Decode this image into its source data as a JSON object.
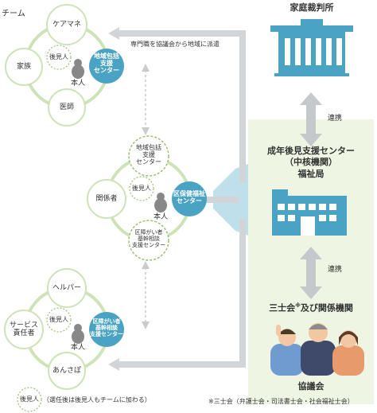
{
  "colors": {
    "green_ring": "#cfe3b8",
    "green_panel": "#eef5e3",
    "teal": "#4aa3c3",
    "teal_light": "#bfe0ea",
    "gray_arrow": "#c9cbcc",
    "dash": "#9bbf73"
  },
  "team": {
    "label": "チーム"
  },
  "top_group": {
    "top": "ケアマネ",
    "left": "家族",
    "bottom": "医師",
    "guardian": "後見人",
    "person": "本人",
    "center_lines": [
      "地域包括",
      "支援",
      "センター"
    ]
  },
  "mid_group": {
    "top_lines": [
      "地域包括",
      "支援",
      "センター"
    ],
    "left": "関係者",
    "guardian": "後見人",
    "person": "本人",
    "center_lines": [
      "区保健福祉",
      "センター"
    ],
    "bottom_lines": [
      "区障がい者",
      "基幹相談",
      "支援センター"
    ]
  },
  "bot_group": {
    "top": "ヘルパー",
    "left_lines": [
      "サービス",
      "責任者"
    ],
    "bottom": "あんさぽ",
    "guardian": "後見人",
    "person": "本人",
    "center_lines": [
      "区障がい者",
      "基幹相談",
      "支援センター"
    ]
  },
  "dispatch_label": "専門職を協議会から地域に派遣",
  "court": {
    "label": "家庭裁判所"
  },
  "link1": "連携",
  "center_org": {
    "lines": [
      "成年後見支援センター",
      "（中核機関）",
      "福祉局"
    ]
  },
  "link2": "連携",
  "council": {
    "label_pre": "三士会",
    "label_sup": "※",
    "label_post": "及び関係機関",
    "name": "協議会"
  },
  "legend": {
    "badge": "後見人",
    "note": "（選任後は後見人もチームに加わる）"
  },
  "footnote": "※三士会（弁護士会・司法書士会・社会福祉士会）"
}
